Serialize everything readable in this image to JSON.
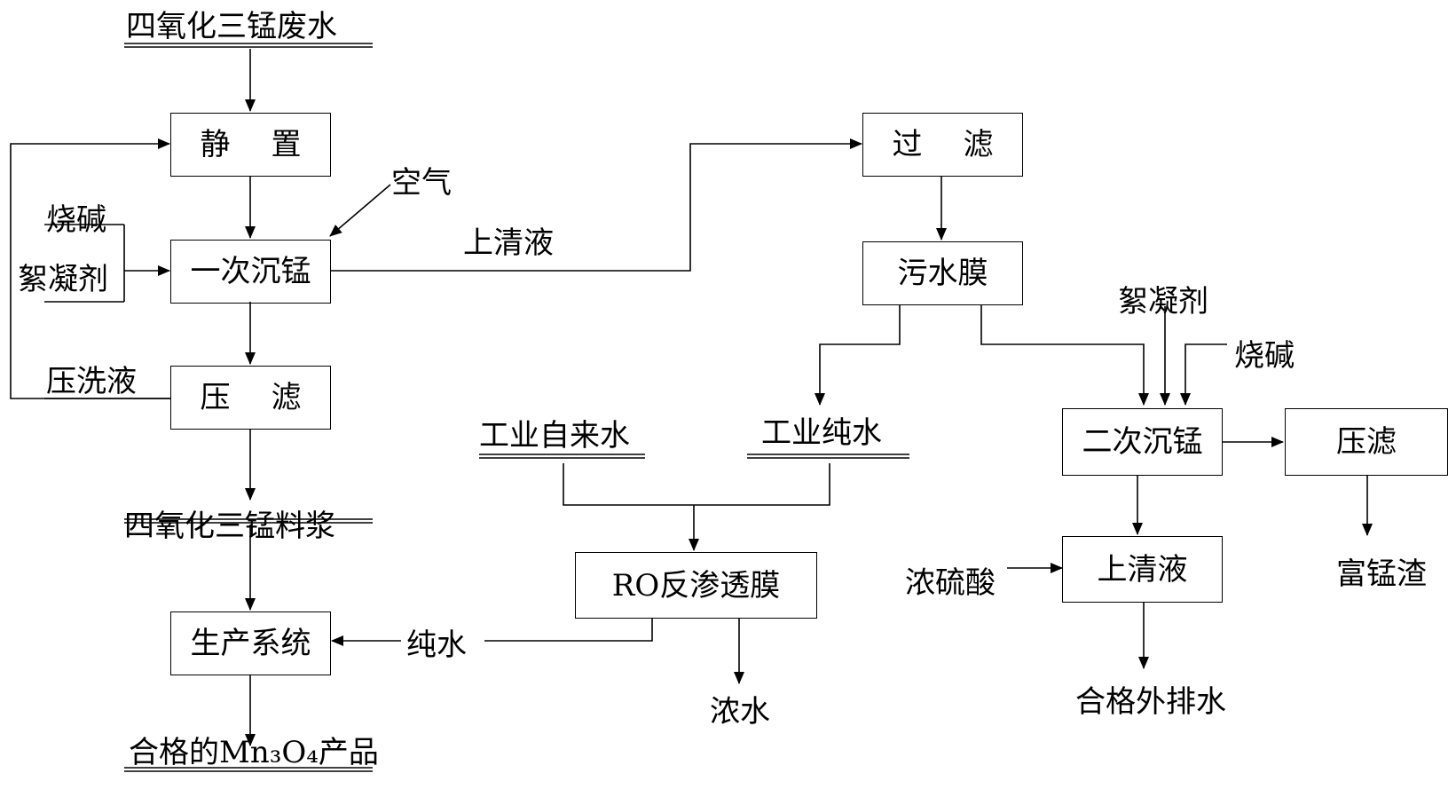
{
  "inputs": {
    "wastewater": "四氧化三锰废水",
    "caustic_soda_1": "烧碱",
    "flocculant_1": "絮凝剂",
    "air": "空气",
    "press_wash": "压洗液",
    "supernatant_1": "上清液",
    "industrial_tap_water": "工业自来水",
    "industrial_pure_water": "工业纯水",
    "flocculant_2": "絮凝剂",
    "caustic_soda_2": "烧碱",
    "conc_sulfuric_acid": "浓硫酸",
    "pure_water": "纯水"
  },
  "boxes": {
    "standing": [
      "静",
      "置"
    ],
    "primary_precip": "一次沉锰",
    "press_filter_1": [
      "压",
      "滤"
    ],
    "production_system": "生产系统",
    "filtration": [
      "过",
      "滤"
    ],
    "sewage_membrane": "污水膜",
    "ro_membrane": "RO反渗透膜",
    "secondary_precip": "二次沉锰",
    "press_filter_2": "压滤",
    "supernatant_2": "上清液"
  },
  "outputs": {
    "slurry": "四氧化三锰料浆",
    "product": "合格的Mn₃O₄产品",
    "concentrate": "浓水",
    "mn_rich_residue": "富锰渣",
    "qualified_discharge": "合格外排水"
  },
  "colors": {
    "line": "#000000",
    "background": "#ffffff"
  }
}
